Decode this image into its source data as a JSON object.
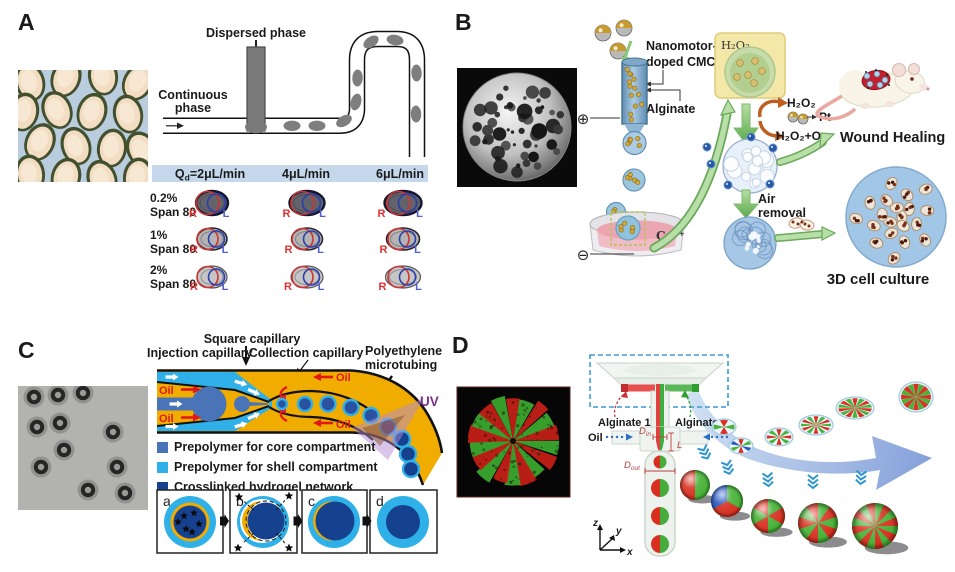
{
  "panel_a": {
    "label": "A",
    "dispersed_phase": "Dispersed phase",
    "continuous_phase_line1": "Continuous",
    "continuous_phase_line2": "phase",
    "flow_headers": {
      "q_pre": "Q",
      "q_sub": "d",
      "q_post": "=2μL/min",
      "h2": "4μL/min",
      "h3": "6μL/min"
    },
    "rows": [
      {
        "pct": "0.2%",
        "surfactant": "Span 80"
      },
      {
        "pct": "1%",
        "surfactant": "Span 80"
      },
      {
        "pct": "2%",
        "surfactant": "Span 80"
      }
    ],
    "right_label": "R",
    "left_label": "L"
  },
  "panel_b": {
    "label": "B",
    "nanomotor_line1": "Nanomotor-",
    "nanomotor_line2": "doped CMC",
    "alginate": "Alginate",
    "h2o2_box": "H₂O₂",
    "anode_symbol": "⊕",
    "cathode_symbol": "⊖",
    "ca_label": "Ca²⁺",
    "reaction_h2o2": "H₂O₂",
    "reaction_pt": "Pt",
    "reaction_product": "H₂O₂+O₂",
    "wound_healing": "Wound Healing",
    "air_removal_line1": "Air",
    "air_removal_line2": "removal",
    "cell_culture": "3D cell culture"
  },
  "panel_c": {
    "label": "C",
    "square_capillary": "Square capillary",
    "injection_capillary": "Injection capillary",
    "collection_capillary": "Collection capillary",
    "polyethylene_line1": "Polyethylene",
    "polyethylene_line2": "microtubing",
    "oil": "Oil",
    "uv": "UV",
    "legend": [
      {
        "color": "#4a74b8",
        "label": "Prepolymer for core compartment"
      },
      {
        "color": "#2fb0e8",
        "label": "Prepolymer for shell compartment"
      },
      {
        "color": "#15418f",
        "label": "Crosslinked hydrogel network"
      }
    ],
    "subpanels": [
      "a",
      "b",
      "c",
      "d"
    ]
  },
  "panel_d": {
    "label": "D",
    "alginate_1": "Alginate 1",
    "alginate_2": "Alginate 2",
    "oil": "Oil",
    "dim_din_main": "D",
    "dim_din_sub": "in",
    "dim_l": "L",
    "dim_dout_main": "D",
    "dim_dout_sub": "out",
    "axis_z": "z",
    "axis_y": "y",
    "axis_x": "x"
  }
}
